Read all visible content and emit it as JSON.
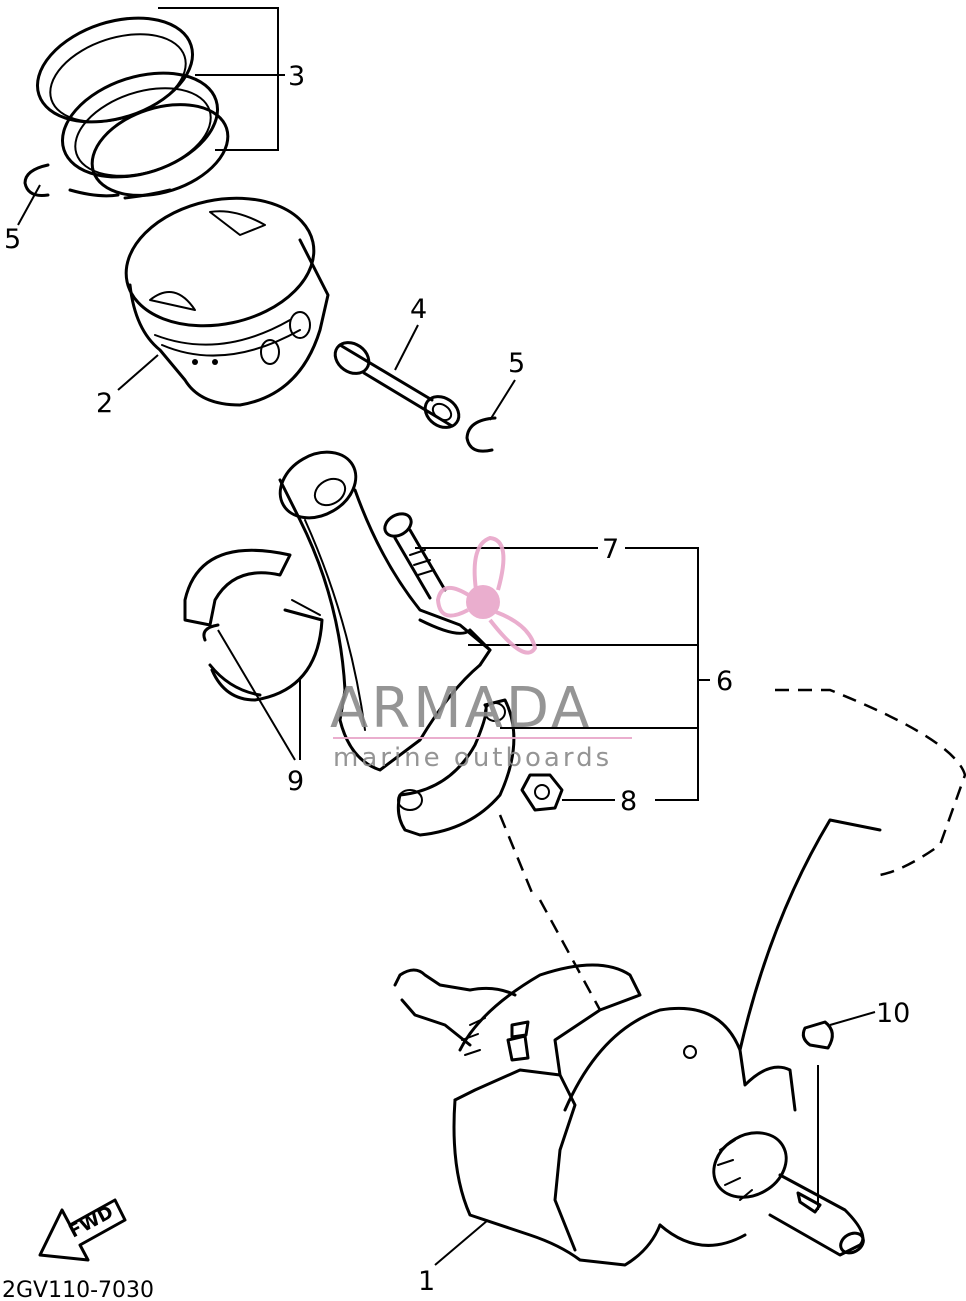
{
  "diagram": {
    "callouts": {
      "c1": "1",
      "c2": "2",
      "c3": "3",
      "c4": "4",
      "c5a": "5",
      "c5b": "5",
      "c6": "6",
      "c7": "7",
      "c8": "8",
      "c9": "9",
      "c10": "10"
    },
    "fwd_label": "FWD",
    "diagram_code": "2GV110-7030"
  },
  "watermark": {
    "title": "ARMADA",
    "subtitle": "marine outboards",
    "colors": {
      "logo": "#e8a6c9",
      "text": "#8a8a8a"
    },
    "logo_icon": "propeller-icon"
  }
}
